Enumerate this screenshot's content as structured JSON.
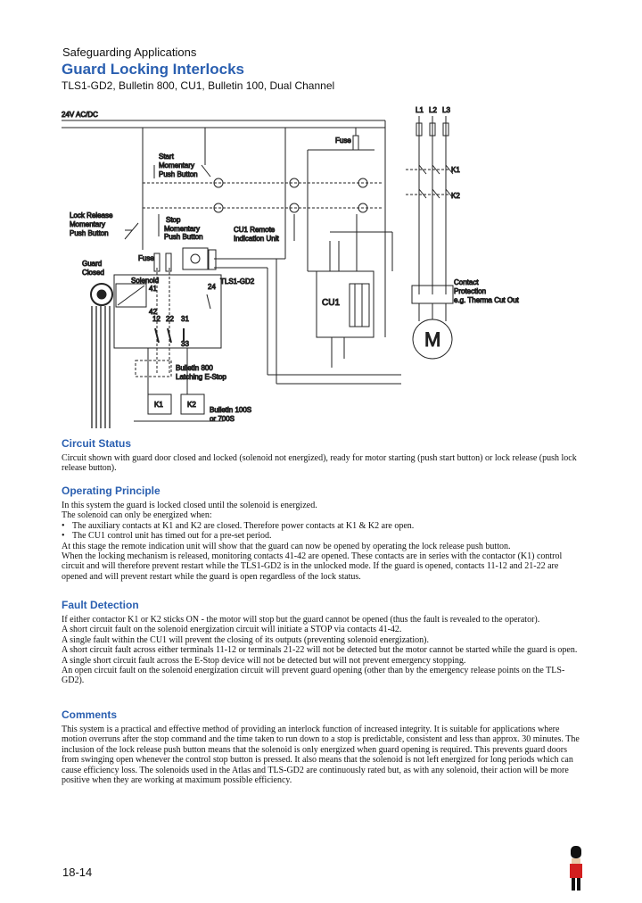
{
  "header": {
    "section_label": "Safeguarding Applications",
    "title": "Guard Locking Interlocks",
    "subtitle": "TLS1-GD2, Bulletin 800, CU1, Bulletin 100, Dual Channel"
  },
  "diagram": {
    "supply_label": "24V AC/DC",
    "phases": [
      "L1",
      "L2",
      "L3"
    ],
    "fuse_label": "Fuse",
    "fuse_label_2": "Fuse",
    "start_label": [
      "Start",
      "Momentary",
      "Push Button"
    ],
    "stop_label": [
      "Stop",
      "Momentary",
      "Push Button"
    ],
    "lock_release_label": [
      "Lock Release",
      "Momentary",
      "Push Button"
    ],
    "cu1_remote_label": [
      "CU1 Remote",
      "Indication Unit"
    ],
    "guard_closed_label": [
      "Guard",
      "Closed"
    ],
    "solenoid_label": "Solenoid",
    "tls_label": "TLS1-GD2",
    "cu1_label": "CU1",
    "k1_label": "K1",
    "k2_label": "K2",
    "contactor_k1": "K1",
    "contactor_k2": "K2",
    "contact_protection_label": [
      "Contact",
      "Protection",
      "e.g. Therma Cut Out"
    ],
    "motor_label": "M",
    "estop_label": [
      "Bulletin 800",
      "Latching E-Stop"
    ],
    "bulletin100_label": [
      "Bulletin 100S",
      "or 700S"
    ],
    "terminals": {
      "t41": "41",
      "t42": "42",
      "t24": "24",
      "t12": "12",
      "t22": "22",
      "t31": "31",
      "t33": "33"
    }
  },
  "sections": {
    "circuit_status": {
      "heading": "Circuit Status",
      "body": "Circuit shown with guard door closed and locked (solenoid not energized), ready for motor starting (push start button) or lock release (push lock release button)."
    },
    "operating_principle": {
      "heading": "Operating Principle",
      "para1": "In this system the guard is locked closed until the solenoid is energized.",
      "para2": "The solenoid can only be energized when:",
      "bullets": [
        "The auxiliary contacts at K1 and K2 are closed. Therefore power contacts at K1 & K2 are open.",
        "The CU1 control unit has timed out for a pre-set period."
      ],
      "para3": "At this stage the remote indication unit will show that the guard can now be opened by operating the lock release push button.",
      "para4": "When the locking mechanism is released, monitoring contacts 41-42 are opened. These contacts are in series with the contactor (K1) control circuit and will therefore prevent restart while the TLS1-GD2 is in the unlocked mode. If the guard is opened, contacts 11-12 and 21-22 are opened and will prevent restart while the guard is open regardless of the lock status."
    },
    "fault_detection": {
      "heading": "Fault Detection",
      "lines": [
        "If either contactor K1 or K2 sticks ON - the motor will stop but the guard cannot be opened (thus the fault is revealed to the operator).",
        "A short circuit fault on the solenoid energization circuit will initiate a STOP via contacts 41-42.",
        "A single fault within the CU1 will prevent the closing of its outputs (preventing solenoid energization).",
        "A short circuit fault across either terminals 11-12 or terminals 21-22 will not be detected but the motor cannot be started while the guard is open.",
        "A single short circuit fault across the E-Stop device will not be detected but will not prevent emergency stopping.",
        "An open circuit fault on the solenoid energization circuit will prevent guard opening (other than by the emergency release points on the TLS-GD2)."
      ]
    },
    "comments": {
      "heading": "Comments",
      "body": "This system is a practical and effective method of providing an interlock function of increased integrity. It is suitable for applications where motion overruns after the stop command and the time taken to run down to a stop is predictable, consistent and less than approx. 30 minutes. The inclusion of the lock release push button means that the solenoid is only energized when guard opening is required. This prevents guard doors from swinging open whenever the control stop button is pressed. It also means that the solenoid is not left energized for long periods which can cause efficiency loss. The solenoids used in the Atlas and TLS-GD2 are continuously rated but, as with any solenoid, their action will be more positive when they are working at maximum possible efficiency."
    }
  },
  "footer": {
    "page_number": "18-14"
  }
}
